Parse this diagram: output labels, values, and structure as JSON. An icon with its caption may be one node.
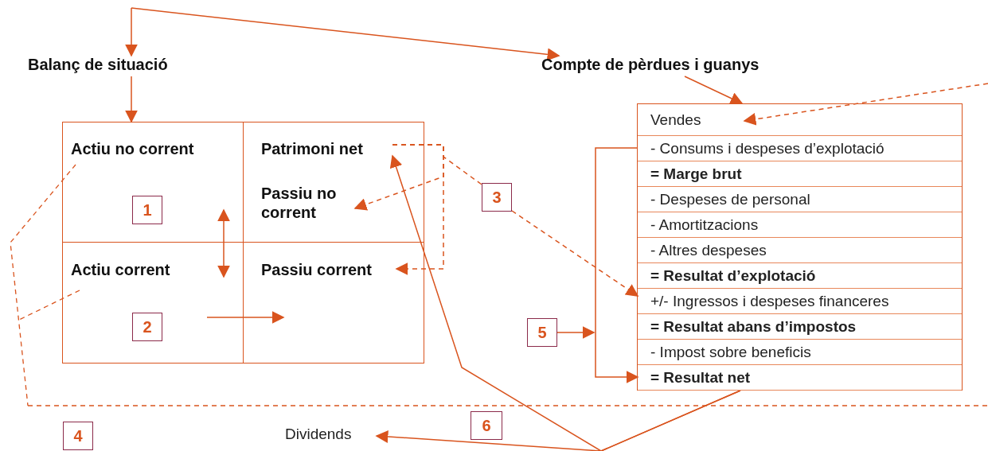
{
  "diagram": {
    "nodes": [
      {
        "text": [
          "Balanç de situació"
        ]
      },
      {
        "text": [
          "Compte de pèrdues i guanys"
        ]
      },
      {
        "text": [],
        "shape": "box"
      },
      {
        "text": [
          "Actiu no corrent"
        ],
        "in": 2
      },
      {
        "text": [
          "Patrimoni net"
        ],
        "in": 2
      },
      {
        "text": [
          "Passiu no corrent"
        ],
        "in": 2
      },
      {
        "text": [
          "Actiu corrent"
        ],
        "in": 2
      },
      {
        "text": [
          "Passiu corrent"
        ],
        "in": 2
      },
      {
        "text": [
          "1"
        ],
        "in": 2
      },
      {
        "text": [
          "2"
        ],
        "in": 2
      },
      {
        "text": [
          "3"
        ]
      },
      {
        "text": [],
        "shape": "box"
      },
      {
        "text": [
          "Vendes"
        ],
        "in": 11
      },
      {
        "text": [
          "- Consums i despeses d’explotació"
        ],
        "in": 11
      },
      {
        "text": [
          "= Marge brut"
        ],
        "in": 11
      },
      {
        "text": [
          "- Despeses de personal"
        ],
        "in": 11
      },
      {
        "text": [
          "- Amortitzacions"
        ],
        "in": 11
      },
      {
        "text": [
          "- Altres despeses"
        ],
        "in": 11
      },
      {
        "text": [
          "= Resultat d’explotació"
        ],
        "in": 11
      },
      {
        "text": [
          "+/- Ingressos i despeses financeres"
        ],
        "in": 11
      },
      {
        "text": [
          "= Resultat abans d’impostos"
        ],
        "in": 11
      },
      {
        "text": [
          "- Impost sobre beneficis"
        ],
        "in": 11
      },
      {
        "text": [
          "= Resultat net"
        ],
        "in": 11
      },
      {
        "text": [
          "5"
        ]
      },
      {
        "text": [
          "4"
        ]
      },
      {
        "text": [
          "6"
        ]
      },
      {
        "text": [
          "Dividends"
        ]
      }
    ],
    "edges": [
      {
        "from": null,
        "to": 0,
        "arrow": "to"
      },
      {
        "from": null,
        "to": 1,
        "arrow": "to"
      },
      {
        "from": 0,
        "to": 2,
        "arrow": "to"
      },
      {
        "from": 1,
        "to": 11,
        "arrow": "to"
      },
      {
        "from": null,
        "to": 12,
        "arrow": "to",
        "style": "dashed"
      },
      {
        "from": 4,
        "to": 7,
        "arrow": "to",
        "style": "dashed"
      },
      {
        "from": 4,
        "to": 5,
        "arrow": "to",
        "style": "dashed"
      },
      {
        "from": 4,
        "to": 10,
        "arrow": "none",
        "style": "dashed"
      },
      {
        "from": 10,
        "to": 19,
        "arrow": "to",
        "style": "dashed"
      },
      {
        "from": 13,
        "to": 22,
        "arrow": "to"
      },
      {
        "from": 23,
        "to": null,
        "arrow": "to"
      },
      {
        "from": 22,
        "to": 26,
        "arrow": "to"
      },
      {
        "from": 22,
        "to": 4,
        "arrow": "to"
      }
    ]
  }
}
